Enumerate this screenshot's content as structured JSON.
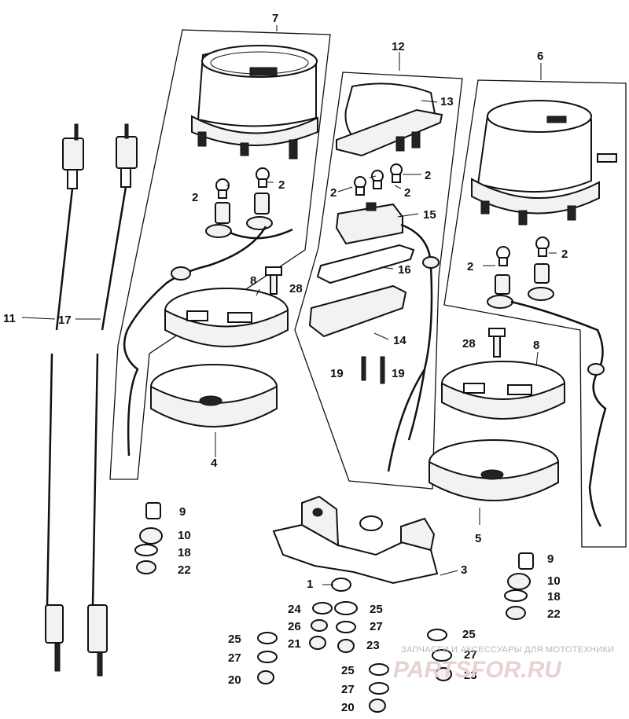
{
  "labels": {
    "l1": "1",
    "l2a": "2",
    "l2b": "2",
    "l2c": "2",
    "l2d": "2",
    "l2e": "2",
    "l2f": "2",
    "l2g": "2",
    "l3": "3",
    "l4": "4",
    "l5": "5",
    "l6": "6",
    "l7": "7",
    "l8a": "8",
    "l8b": "8",
    "l9a": "9",
    "l9b": "9",
    "l10a": "10",
    "l10b": "10",
    "l11": "11",
    "l12": "12",
    "l13": "13",
    "l14": "14",
    "l15": "15",
    "l16": "16",
    "l17": "17",
    "l18a": "18",
    "l18b": "18",
    "l19a": "19",
    "l19b": "19",
    "l20a": "20",
    "l20b": "20",
    "l21": "21",
    "l22a": "22",
    "l22b": "22",
    "l23a": "23",
    "l23b": "23",
    "l24": "24",
    "l25a": "25",
    "l25b": "25",
    "l25c": "25",
    "l25d": "25",
    "l26": "26",
    "l27a": "27",
    "l27b": "27",
    "l27c": "27",
    "l27d": "27",
    "l28a": "28",
    "l28b": "28"
  },
  "watermark": {
    "caption": "ЗАПЧАСТИ И АКСЕССУАРЫ ДЛЯ МОТОТЕХНИКИ",
    "brand": "PARTSFOR.RU"
  }
}
